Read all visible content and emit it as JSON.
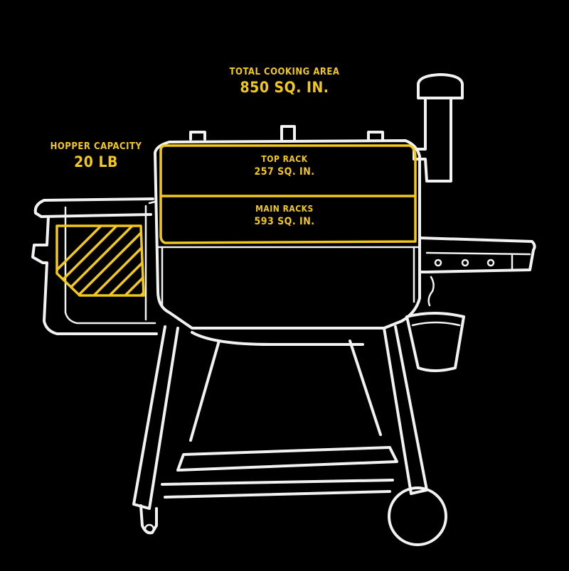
{
  "colors": {
    "background": "#000000",
    "accent": "#f2c81c",
    "line": "#f2f2f2"
  },
  "total_cooking_area": {
    "label": "TOTAL COOKING AREA",
    "value": "850 SQ. IN."
  },
  "hopper_capacity": {
    "label": "HOPPER CAPACITY",
    "value": "20 LB"
  },
  "top_rack": {
    "label": "TOP RACK",
    "value": "257 SQ. IN."
  },
  "main_racks": {
    "label": "MAIN RACKS",
    "value": "593 SQ. IN."
  }
}
